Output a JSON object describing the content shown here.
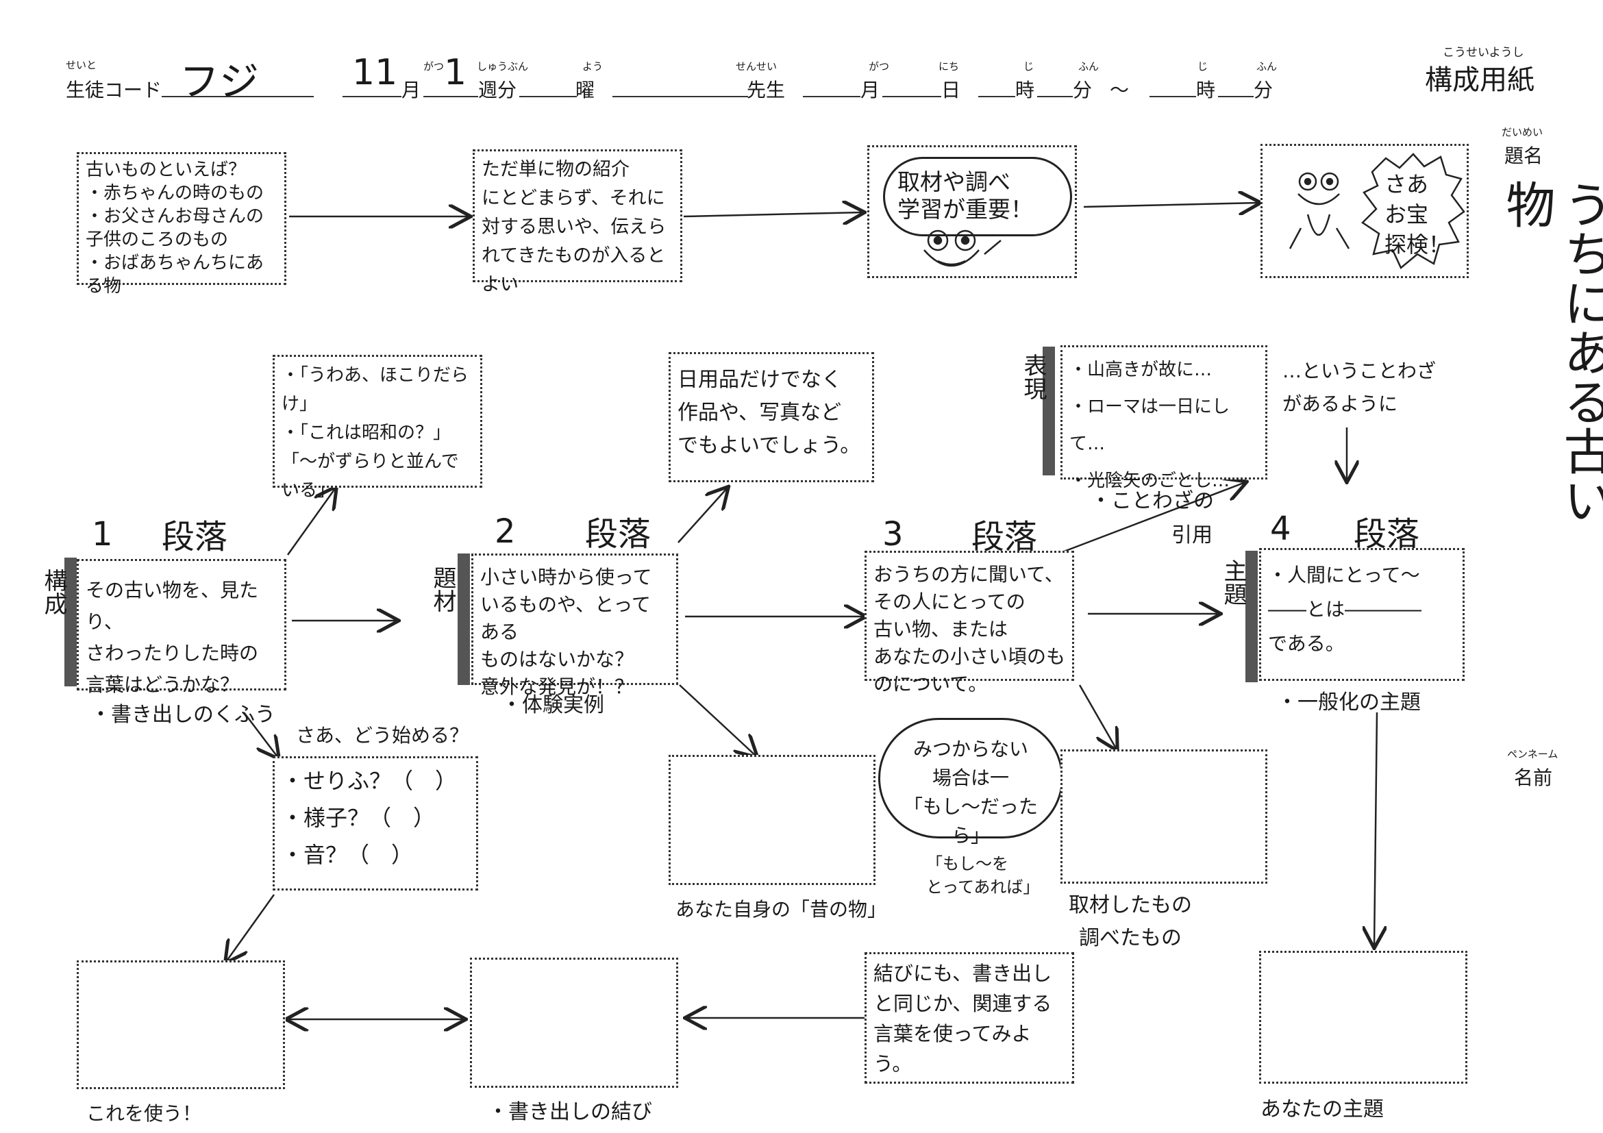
{
  "header": {
    "student_code_ruby": "せいと",
    "student_code_label": "生徒コード",
    "student_code_value": "フジ",
    "month_value": "11",
    "month_ruby": "がつ",
    "month_label": "月",
    "week_value": "1",
    "week_ruby": "しゅうぶん",
    "week_label": "週分",
    "day_ruby": "よう",
    "day_label": "曜",
    "teacher_ruby": "せんせい",
    "teacher_label": "先生",
    "date_month_ruby": "がつ",
    "date_month_label": "月",
    "date_day_ruby": "にち",
    "date_day_label": "日",
    "time1_hour_ruby": "じ",
    "time1_hour_label": "時",
    "time1_min_ruby": "ふん",
    "time1_min_label": "分",
    "tilde": "～",
    "time2_hour_ruby": "じ",
    "time2_hour_label": "時",
    "time2_min_ruby": "ふん",
    "time2_min_label": "分",
    "sheet_ruby": "こうせいようし",
    "sheet_title": "構成用紙"
  },
  "side": {
    "title_ruby": "だいめい",
    "title_label": "題名",
    "title_value": "うちにある古い物",
    "name_ruby": "ペンネーム",
    "name_label": "名前"
  },
  "top_row": {
    "box1": "古いものといえば？\n・赤ちゃんの時のもの\n・お父さんお母さんの\n 子供のころのもの\n・おばあちゃんちにある物",
    "box2": "ただ単に物の紹介\nにとどまらず、それに\n対する思いや、伝えら\nれてきたものが入るとよい",
    "box3_bubble": "取材や調べ\n学習が重要！",
    "box4_bubble": "さあ\nお宝\n探検！"
  },
  "paragraphs": {
    "p1_num": "1",
    "p1_label": "段落",
    "p2_num": "2",
    "p2_label": "段落",
    "p3_num": "3",
    "p3_label": "段落",
    "p4_num": "4",
    "p4_label": "段落"
  },
  "row2": {
    "quote_box": "・「うわあ、ほこりだらけ」\n・「これは昭和の？」\n「～がずらりと並んで\nいる」",
    "items_box": "日用品だけでなく\n作品や、写真など\nでもよいでしょう。",
    "kotowaza_box": "・山高きが故に…\n・ローマは一日にして…\n・光陰矢のごとし…",
    "kotowaza_note": "…ということわざ\nがあるように",
    "kotowaza_caption": "・ことわざの",
    "quote_label": "引用"
  },
  "row3": {
    "p1_tab": "構成",
    "p1_box": "その古い物を、見たり、\nさわったりした時の\n言葉はどうかな？",
    "p1_caption": "・書き出しのくふう",
    "p2_tab": "題材",
    "p2_box": "小さい時から使って\nいるものや、とってある\nものはないかな？\n意外な発見が！？",
    "p2_caption": "・体験実例",
    "p3_box": "おうちの方に聞いて、\nその人にとっての\n古い物、または\nあなたの小さい頃のものについて。",
    "p4_tab": "主題",
    "p4_box": "・人間にとって～\n――とは――――\nである。",
    "p4_caption": "・一般化の主題"
  },
  "row4": {
    "start_hint": "さあ、どう始める？",
    "start_box": "・せりふ？（　）\n・様子？（　）\n・音？（　）",
    "cloud_text": "みつからない\n場合は一\n「もし～だったら」",
    "cloud_note": "「もし～を\nとってあれば」",
    "empty_caption_mine": "あなた自身の「昔の物」",
    "empty_caption_research": "取材したもの\n調べたもの"
  },
  "row5": {
    "caption_use": "これを使う！",
    "caption_end": "・書き出しの結び",
    "ending_box": "結びにも、書き出し\nと同じか、関連する\n言葉を使ってみよう。",
    "caption_theme": "あなたの主題"
  }
}
